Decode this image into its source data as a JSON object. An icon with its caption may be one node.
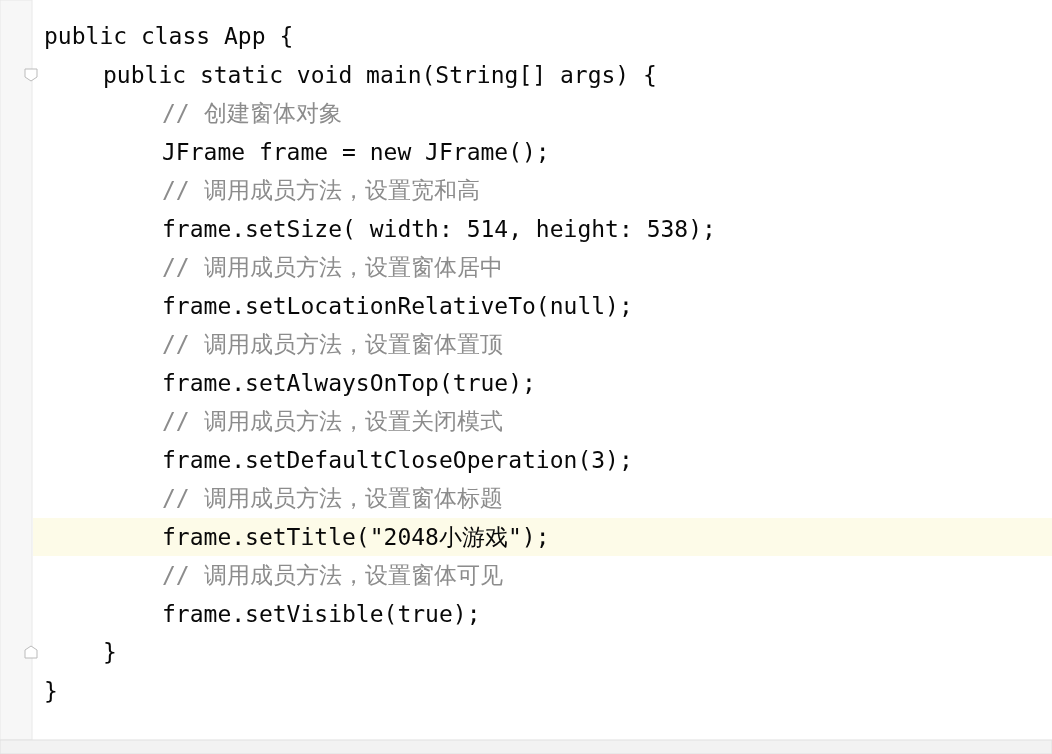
{
  "diagram": {
    "labels": [
      "public class App {",
      "public static void main(String[] args) {",
      "// 创建窗体对象",
      "JFrame frame = new JFrame();",
      "// 调用成员方法，设置宽和高",
      "frame.setSize( width: 514, height: 538);",
      "// 调用成员方法，设置窗体居中",
      "frame.setLocationRelativeTo(null);",
      "// 调用成员方法，设置窗体置顶",
      "frame.setAlwaysOnTop(true);",
      "// 调用成员方法，设置关闭模式",
      "frame.setDefaultCloseOperation(3);",
      "// 调用成员方法，设置窗体标题",
      "frame.setTitle(\"2048小游戏\");",
      "// 调用成员方法，设置窗体可见",
      "frame.setVisible(true);",
      "}",
      "}"
    ]
  }
}
